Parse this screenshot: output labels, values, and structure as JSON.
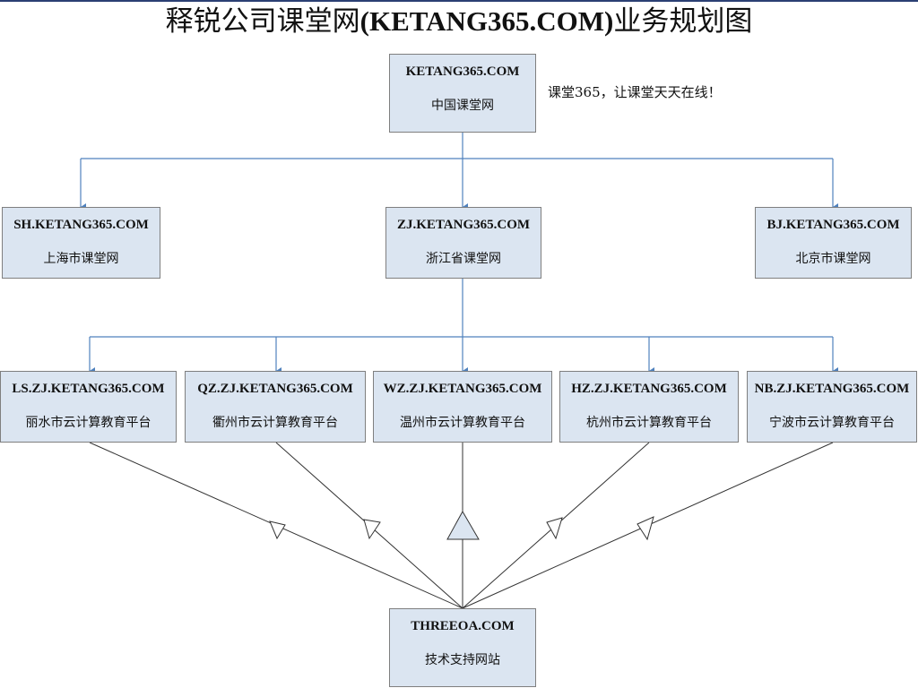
{
  "title_cn_prefix": "释锐公司课堂网",
  "title_latin": "(KETANG365.COM)",
  "title_cn_suffix": "业务规划图",
  "slogan": "课堂365，让课堂天天在线！",
  "nodes": {
    "root": {
      "domain": "KETANG365.COM",
      "name": "中国课堂网"
    },
    "sh": {
      "domain": "SH.KETANG365.COM",
      "name": "上海市课堂网"
    },
    "zj": {
      "domain": "ZJ.KETANG365.COM",
      "name": "浙江省课堂网"
    },
    "bj": {
      "domain": "BJ.KETANG365.COM",
      "name": "北京市课堂网"
    },
    "ls": {
      "domain": "LS.ZJ.KETANG365.COM",
      "name": "丽水市云计算教育平台"
    },
    "qz": {
      "domain": "QZ.ZJ.KETANG365.COM",
      "name": "衢州市云计算教育平台"
    },
    "wz": {
      "domain": "WZ.ZJ.KETANG365.COM",
      "name": "温州市云计算教育平台"
    },
    "hz": {
      "domain": "HZ.ZJ.KETANG365.COM",
      "name": "杭州市云计算教育平台"
    },
    "nb": {
      "domain": "NB.ZJ.KETANG365.COM",
      "name": "宁波市云计算教育平台"
    },
    "threeoa": {
      "domain": "THREEOA.COM",
      "name": "技术支持网站"
    }
  },
  "colors": {
    "box_fill": "#dbe5f1",
    "box_border": "#7f7f7f",
    "tree_line": "#4f81bd",
    "support_line": "#333333"
  }
}
